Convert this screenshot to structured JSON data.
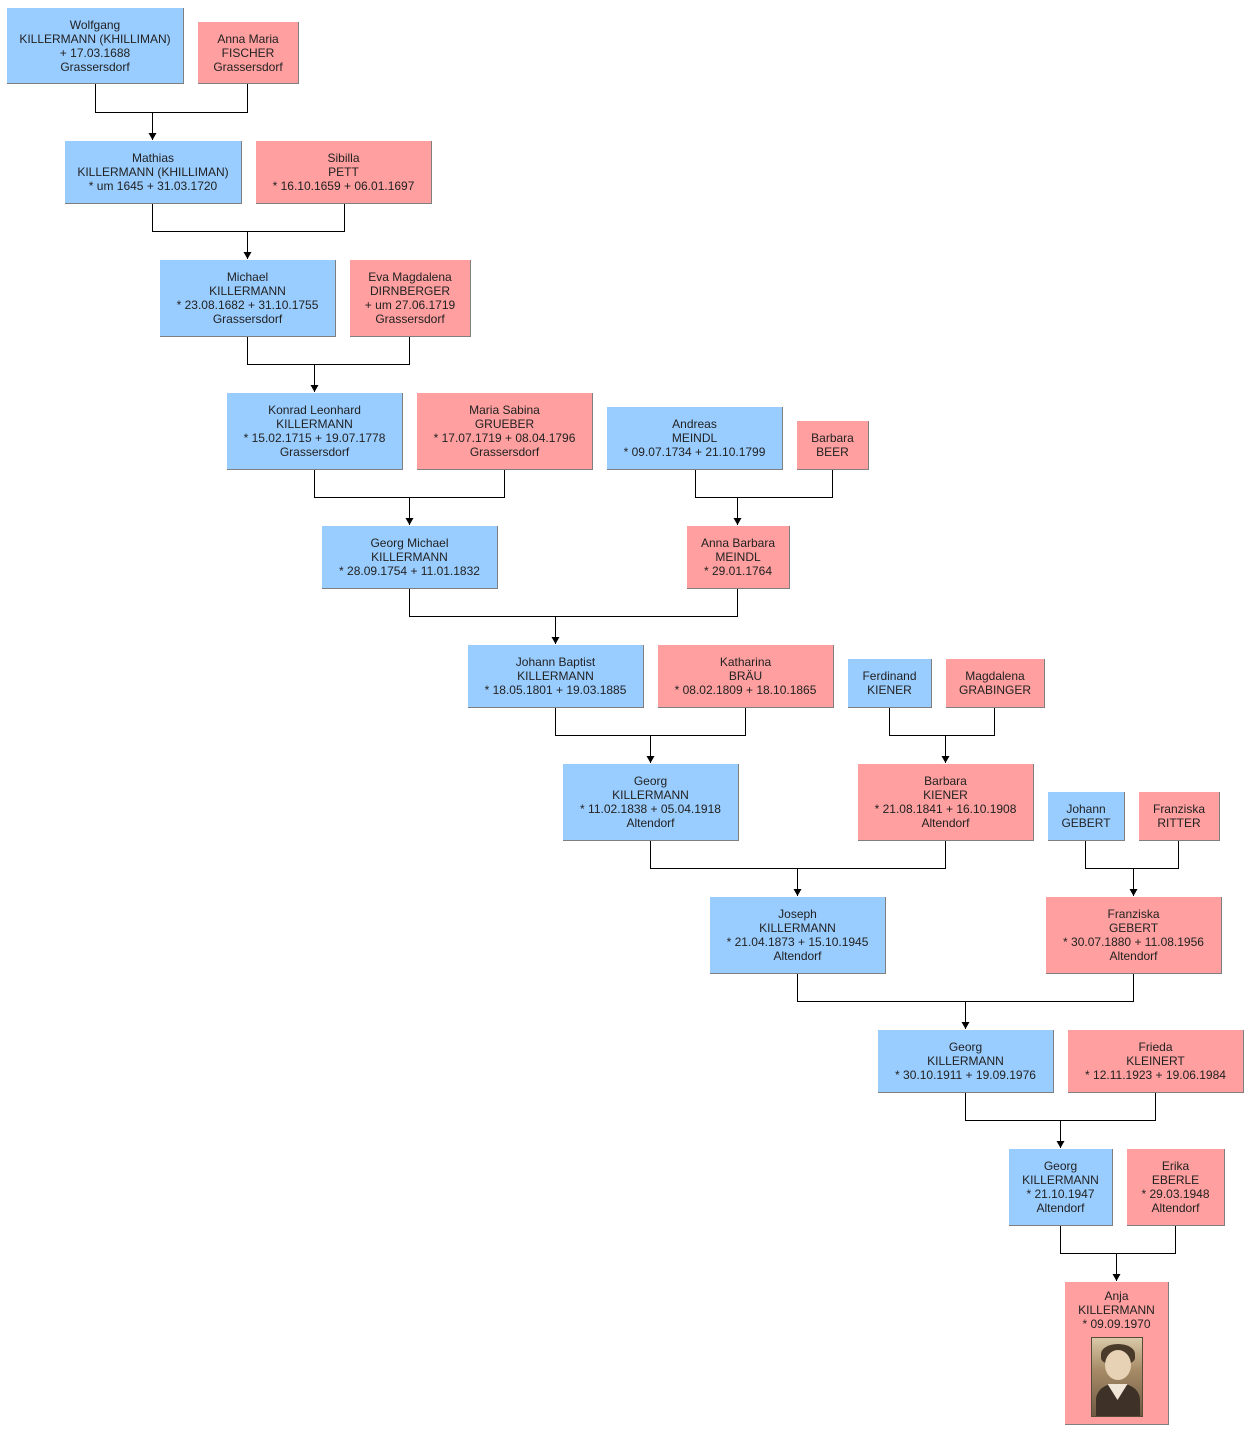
{
  "people": {
    "wolfgang": {
      "lines": [
        "Wolfgang",
        "KILLERMANN (KHILLIMAN)",
        "+ 17.03.1688",
        "Grassersdorf"
      ]
    },
    "anna_maria": {
      "lines": [
        "Anna Maria",
        "FISCHER",
        "Grassersdorf"
      ]
    },
    "mathias": {
      "lines": [
        "Mathias",
        "KILLERMANN (KHILLIMAN)",
        "* um 1645  + 31.03.1720"
      ]
    },
    "sibilla": {
      "lines": [
        "Sibilla",
        "PETT",
        "* 16.10.1659  + 06.01.1697"
      ]
    },
    "michael": {
      "lines": [
        "Michael",
        "KILLERMANN",
        "* 23.08.1682  + 31.10.1755",
        "Grassersdorf"
      ]
    },
    "eva_magdalena": {
      "lines": [
        "Eva Magdalena",
        "DIRNBERGER",
        "+ um 27.06.1719",
        "Grassersdorf"
      ]
    },
    "konrad": {
      "lines": [
        "Konrad Leonhard",
        "KILLERMANN",
        "* 15.02.1715  + 19.07.1778",
        "Grassersdorf"
      ]
    },
    "maria_sabina": {
      "lines": [
        "Maria Sabina",
        "GRUEBER",
        "* 17.07.1719  + 08.04.1796",
        "Grassersdorf"
      ]
    },
    "andreas": {
      "lines": [
        "Andreas",
        "MEINDL",
        "* 09.07.1734  + 21.10.1799"
      ]
    },
    "barbara_beer": {
      "lines": [
        "Barbara",
        "BEER"
      ]
    },
    "georg_michael": {
      "lines": [
        "Georg Michael",
        "KILLERMANN",
        "* 28.09.1754  + 11.01.1832"
      ]
    },
    "anna_barbara": {
      "lines": [
        "Anna Barbara",
        "MEINDL",
        "* 29.01.1764"
      ]
    },
    "johann_baptist": {
      "lines": [
        "Johann Baptist",
        "KILLERMANN",
        "* 18.05.1801  + 19.03.1885"
      ]
    },
    "katharina": {
      "lines": [
        "Katharina",
        "BRÄU",
        "* 08.02.1809  + 18.10.1865"
      ]
    },
    "ferdinand": {
      "lines": [
        "Ferdinand",
        "KIENER"
      ]
    },
    "magdalena": {
      "lines": [
        "Magdalena",
        "GRABINGER"
      ]
    },
    "georg_1838": {
      "lines": [
        "Georg",
        "KILLERMANN",
        "* 11.02.1838  + 05.04.1918",
        "Altendorf"
      ]
    },
    "barbara_kiener": {
      "lines": [
        "Barbara",
        "KIENER",
        "* 21.08.1841  + 16.10.1908",
        "Altendorf"
      ]
    },
    "johann_gebert": {
      "lines": [
        "Johann",
        "GEBERT"
      ]
    },
    "franziska_ritter": {
      "lines": [
        "Franziska",
        "RITTER"
      ]
    },
    "joseph": {
      "lines": [
        "Joseph",
        "KILLERMANN",
        "* 21.04.1873  + 15.10.1945",
        "Altendorf"
      ]
    },
    "franziska_gebert": {
      "lines": [
        "Franziska",
        "GEBERT",
        "* 30.07.1880  + 11.08.1956",
        "Altendorf"
      ]
    },
    "georg_1911": {
      "lines": [
        "Georg",
        "KILLERMANN",
        "* 30.10.1911  + 19.09.1976"
      ]
    },
    "frieda": {
      "lines": [
        "Frieda",
        "KLEINERT",
        "* 12.11.1923  + 19.06.1984"
      ]
    },
    "georg_1947": {
      "lines": [
        "Georg",
        "KILLERMANN",
        "* 21.10.1947",
        "Altendorf"
      ]
    },
    "erika": {
      "lines": [
        "Erika",
        "EBERLE",
        "* 29.03.1948",
        "Altendorf"
      ]
    },
    "anja": {
      "lines": [
        "Anja",
        "KILLERMANN",
        "* 09.09.1970"
      ]
    }
  },
  "colors": {
    "male": "#99ccff",
    "female": "#ff9f9f",
    "connector": "#000000"
  }
}
